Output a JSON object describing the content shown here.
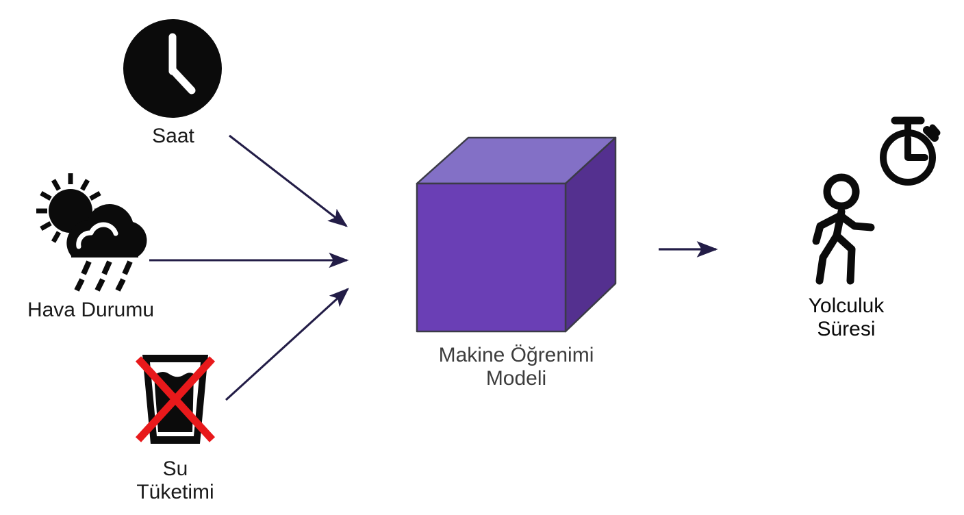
{
  "diagram": {
    "title": "Makine Ogrenimi Modeli akis diyagrami",
    "background_color": "#ffffff",
    "arrow_color": "#231d47",
    "icon_color": "#000000",
    "cross_color": "#e8191b",
    "cube": {
      "front_color": "#6a3fb5",
      "top_color": "#8370c6",
      "side_color": "#54308f",
      "edge_color": "#3b3b47"
    },
    "inputs": [
      {
        "id": "clock",
        "icon": "clock-icon",
        "label": "Saat",
        "label_lines": [
          "Saat"
        ]
      },
      {
        "id": "weather",
        "icon": "sun-cloud-rain-icon",
        "label": "Hava Durumu",
        "label_lines": [
          "Hava Durumu"
        ]
      },
      {
        "id": "water",
        "icon": "crossed-water-glass-icon",
        "label": "Su\nTüketimi",
        "label_lines": [
          "Su",
          "Tüketimi"
        ]
      }
    ],
    "model": {
      "icon": "purple-cube-icon",
      "label": "Makine Öğrenimi\nModeli",
      "label_lines": [
        "Makine Öğrenimi",
        "Modeli"
      ]
    },
    "output": {
      "icons": [
        "walking-person-icon",
        "stopwatch-icon"
      ],
      "label": "Yolculuk\nSüresi",
      "label_lines": [
        "Yolculuk",
        "Süresi"
      ]
    },
    "arrows": [
      {
        "id": "clock-to-model",
        "from": "clock",
        "to": "model",
        "direction": "down-right"
      },
      {
        "id": "weather-to-model",
        "from": "weather",
        "to": "model",
        "direction": "right"
      },
      {
        "id": "water-to-model",
        "from": "water",
        "to": "model",
        "direction": "up-right"
      },
      {
        "id": "model-to-output",
        "from": "model",
        "to": "output",
        "direction": "right"
      }
    ]
  }
}
